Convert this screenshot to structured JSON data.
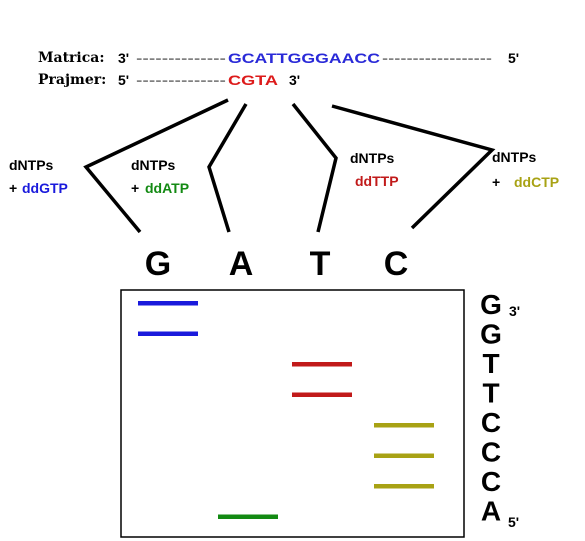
{
  "template": {
    "label": "Matrica:",
    "end_left": "3'",
    "dashes_left": "--------------",
    "sequence": "GCATTGGGAACC",
    "dashes_right": "------------------",
    "end_right": "5'"
  },
  "primer": {
    "label": "Prajmer:",
    "end_left": "5'",
    "dashes": "--------------",
    "sequence": "CGTA",
    "end_right": "3'"
  },
  "reactions": [
    {
      "line1": "dNTPs",
      "plus": "+",
      "nucleotide": "ddGTP",
      "lane": "G"
    },
    {
      "line1": "dNTPs",
      "plus": "+",
      "nucleotide": "ddATP",
      "lane": "A"
    },
    {
      "line1": "dNTPs",
      "plus": "",
      "nucleotide": "ddTTP",
      "lane": "T"
    },
    {
      "line1": "dNTPs",
      "plus": "+",
      "nucleotide": "ddCTP",
      "lane": "C"
    }
  ],
  "read_sequence": {
    "letters": [
      "G",
      "G",
      "T",
      "T",
      "C",
      "C",
      "C",
      "A"
    ],
    "top_end": "3'",
    "bottom_end": "5'"
  },
  "gel_bands": [
    {
      "lane": "G",
      "row": 0
    },
    {
      "lane": "G",
      "row": 1
    },
    {
      "lane": "T",
      "row": 2
    },
    {
      "lane": "T",
      "row": 3
    },
    {
      "lane": "C",
      "row": 4
    },
    {
      "lane": "C",
      "row": 5
    },
    {
      "lane": "C",
      "row": 6
    },
    {
      "lane": "A",
      "row": 7
    }
  ],
  "colors": {
    "G": "#1a1adc",
    "A": "#138a13",
    "T": "#c11a1a",
    "C": "#a8a214",
    "template_sequence": "#2a2ad8",
    "primer_sequence": "#dd1b1b",
    "text": "#000000"
  }
}
